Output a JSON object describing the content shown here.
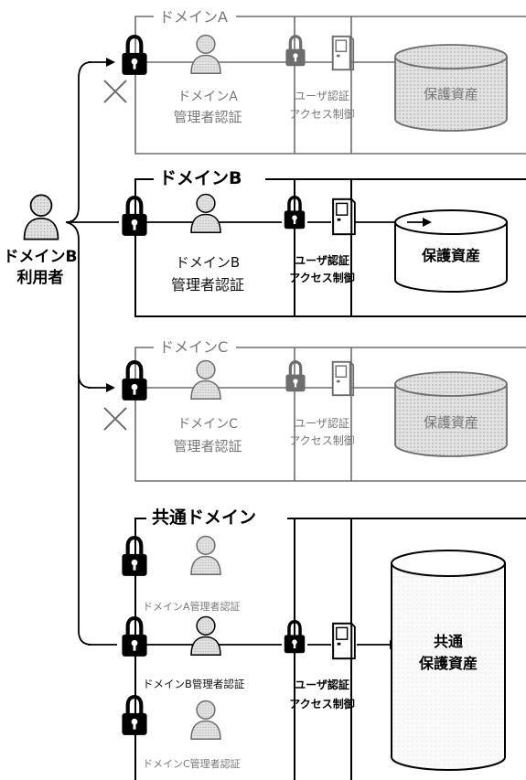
{
  "user": {
    "title_line1": "ドメインB",
    "title_line2": "利用者"
  },
  "domains": [
    {
      "name": "ドメインA",
      "admin_line1": "ドメインA",
      "admin_line2": "管理者認証",
      "auth_line1": "ユーザ認証",
      "auth_line2": "アクセス制御",
      "asset": "保護資産",
      "access": "denied"
    },
    {
      "name": "ドメインB",
      "admin_line1": "ドメインB",
      "admin_line2": "管理者認証",
      "auth_line1": "ユーザ認証",
      "auth_line2": "アクセス制御",
      "asset": "保護資産",
      "access": "allowed"
    },
    {
      "name": "ドメインC",
      "admin_line1": "ドメインC",
      "admin_line2": "管理者認証",
      "auth_line1": "ユーザ認証",
      "auth_line2": "アクセス制御",
      "asset": "保護資産",
      "access": "denied"
    }
  ],
  "common": {
    "name": "共通ドメイン",
    "admins": [
      "ドメインA管理者認証",
      "ドメインB管理者認証",
      "ドメインC管理者認証"
    ],
    "auth_line1": "ユーザ認証",
    "auth_line2": "アクセス制御",
    "asset_line1": "共通",
    "asset_line2": "保護資産"
  },
  "colors": {
    "line": "#000000",
    "dim_line": "#6d6d6d",
    "asset_fill_dim": "#d0d0d0",
    "asset_fill_active": "#ffffff"
  }
}
